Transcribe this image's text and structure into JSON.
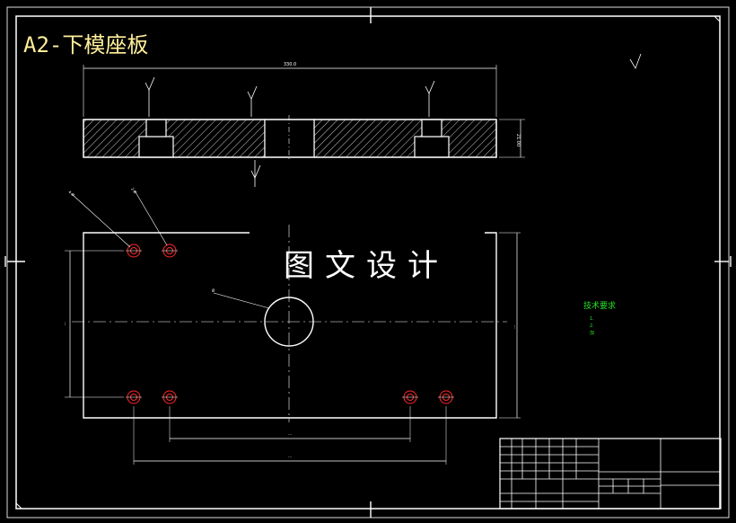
{
  "drawing_title": "A2-下模座板",
  "watermark": "图文设计",
  "technical_notes": {
    "title": "技术要求",
    "lines": [
      "1.",
      "2.",
      "加"
    ]
  },
  "dimensions": {
    "overall_length": "330.0",
    "thickness": "21.00"
  },
  "colors": {
    "background": "#000000",
    "lines": "#ffffff",
    "title": "#ffef9a",
    "holes": "#ff2a2a",
    "notes": "#27e227"
  }
}
